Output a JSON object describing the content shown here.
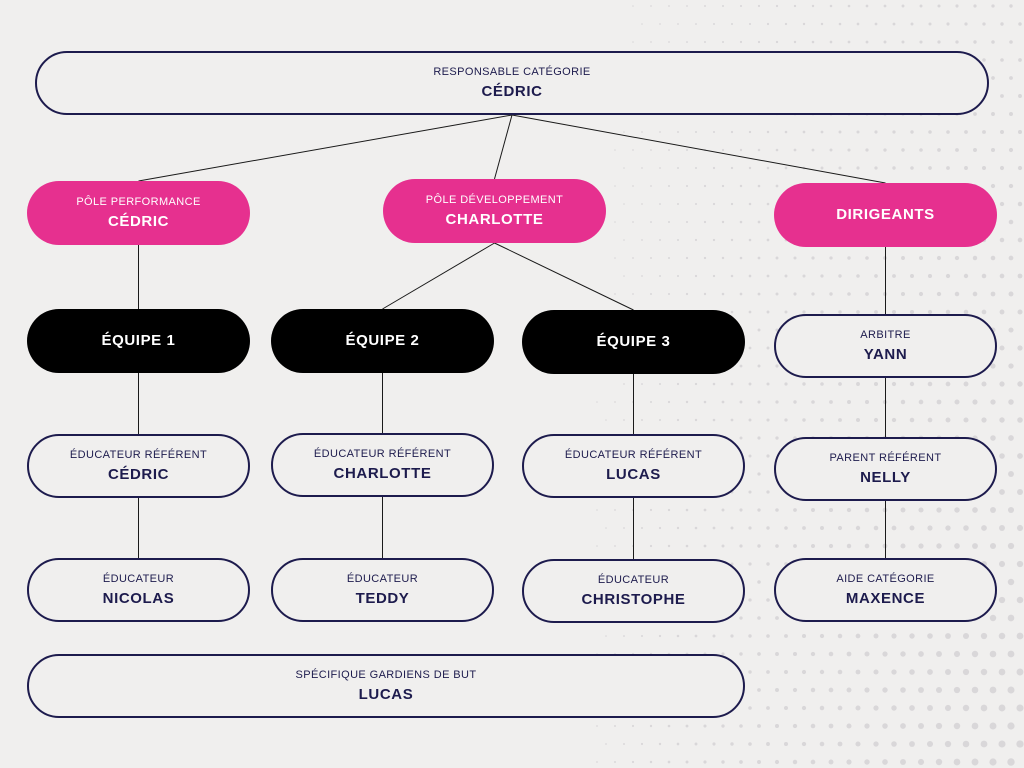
{
  "colors": {
    "navy": "#1d1b4d",
    "pink": "#e6308f",
    "black": "#000000",
    "background": "#f0efee",
    "line": "#1a1a1a"
  },
  "nodes": {
    "responsable": {
      "role": "RESPONSABLE CATÉGORIE",
      "name": "CÉDRIC"
    },
    "pole_performance": {
      "role": "PÔLE PERFORMANCE",
      "name": "CÉDRIC"
    },
    "pole_developpement": {
      "role": "PÔLE DÉVELOPPEMENT",
      "name": "CHARLOTTE"
    },
    "dirigeants": {
      "name": "DIRIGEANTS"
    },
    "equipe1": {
      "name": "ÉQUIPE 1"
    },
    "equipe2": {
      "name": "ÉQUIPE 2"
    },
    "equipe3": {
      "name": "ÉQUIPE 3"
    },
    "arbitre": {
      "role": "ARBITRE",
      "name": "YANN"
    },
    "educ_ref1": {
      "role": "ÉDUCATEUR RÉFÉRENT",
      "name": "CÉDRIC"
    },
    "educ_ref2": {
      "role": "ÉDUCATEUR RÉFÉRENT",
      "name": "CHARLOTTE"
    },
    "educ_ref3": {
      "role": "ÉDUCATEUR RÉFÉRENT",
      "name": "LUCAS"
    },
    "parent_ref": {
      "role": "PARENT RÉFÉRENT",
      "name": "NELLY"
    },
    "educ1": {
      "role": "ÉDUCATEUR",
      "name": "NICOLAS"
    },
    "educ2": {
      "role": "ÉDUCATEUR",
      "name": "TEDDY"
    },
    "educ3": {
      "role": "ÉDUCATEUR",
      "name": "CHRISTOPHE"
    },
    "aide": {
      "role": "AIDE CATÉGORIE",
      "name": "MAXENCE"
    },
    "gardiens": {
      "role": "SPÉCIFIQUE GARDIENS DE BUT",
      "name": "LUCAS"
    }
  },
  "edges": [
    [
      "responsable",
      "pole_performance"
    ],
    [
      "responsable",
      "pole_developpement"
    ],
    [
      "responsable",
      "dirigeants"
    ],
    [
      "pole_performance",
      "equipe1"
    ],
    [
      "pole_developpement",
      "equipe2"
    ],
    [
      "pole_developpement",
      "equipe3"
    ],
    [
      "dirigeants",
      "arbitre"
    ],
    [
      "equipe1",
      "educ_ref1"
    ],
    [
      "equipe2",
      "educ_ref2"
    ],
    [
      "equipe3",
      "educ_ref3"
    ],
    [
      "arbitre",
      "parent_ref"
    ],
    [
      "educ_ref1",
      "educ1"
    ],
    [
      "educ_ref2",
      "educ2"
    ],
    [
      "educ_ref3",
      "educ3"
    ],
    [
      "parent_ref",
      "aide"
    ]
  ]
}
